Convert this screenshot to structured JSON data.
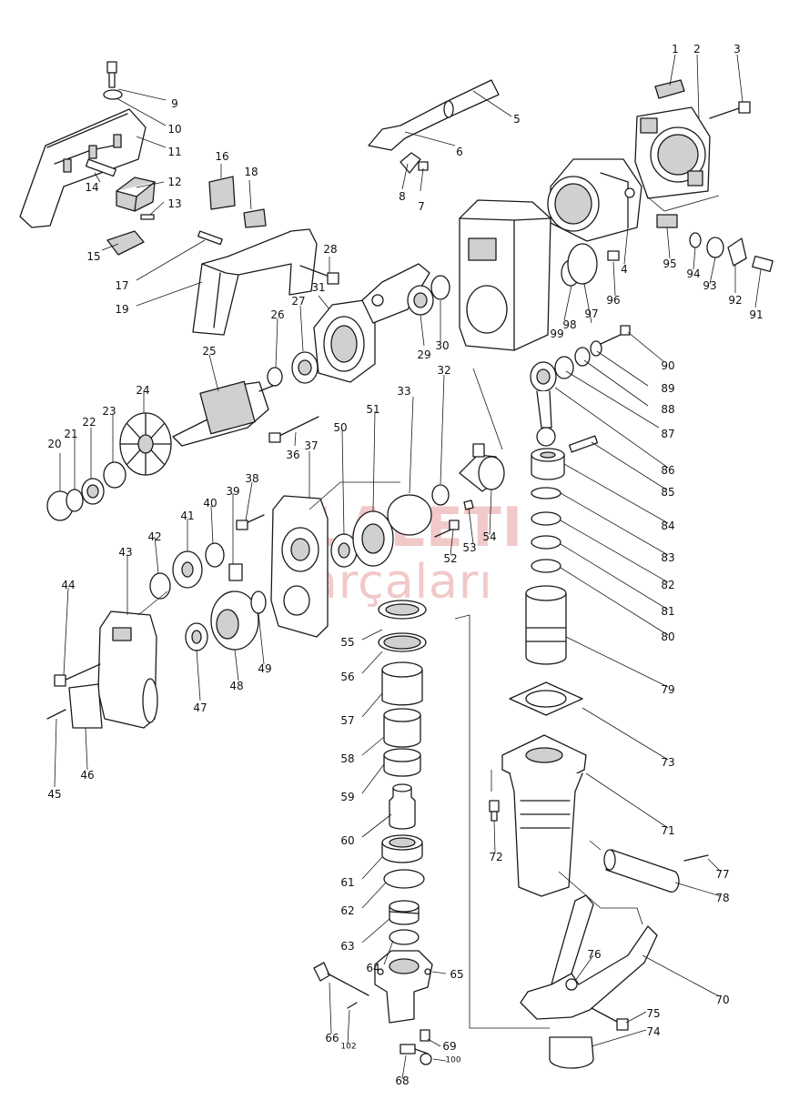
{
  "watermark": {
    "line1": "ELALETI",
    "line2": "parçaları"
  },
  "labels": [
    "1",
    "2",
    "3",
    "4",
    "5",
    "6",
    "7",
    "8",
    "9",
    "10",
    "11",
    "12",
    "13",
    "14",
    "15",
    "16",
    "17",
    "18",
    "19",
    "20",
    "21",
    "22",
    "23",
    "24",
    "25",
    "26",
    "27",
    "28",
    "29",
    "30",
    "31",
    "32",
    "33",
    "36",
    "37",
    "38",
    "39",
    "40",
    "41",
    "42",
    "43",
    "44",
    "45",
    "46",
    "47",
    "48",
    "49",
    "50",
    "51",
    "52",
    "53",
    "54",
    "55",
    "56",
    "57",
    "58",
    "59",
    "60",
    "61",
    "62",
    "63",
    "64",
    "65",
    "66",
    "68",
    "69",
    "70",
    "71",
    "72",
    "73",
    "74",
    "75",
    "76",
    "77",
    "78",
    "79",
    "80",
    "81",
    "82",
    "83",
    "84",
    "85",
    "86",
    "87",
    "88",
    "89",
    "90",
    "91",
    "92",
    "93",
    "94",
    "95",
    "96",
    "97",
    "98",
    "99",
    "100",
    "102"
  ],
  "colors": {
    "line": "#1a1a1a",
    "fill": "#ffffff",
    "shade": "#d0d0d0",
    "dark": "#555555",
    "watermark": "#f1c9c9"
  }
}
